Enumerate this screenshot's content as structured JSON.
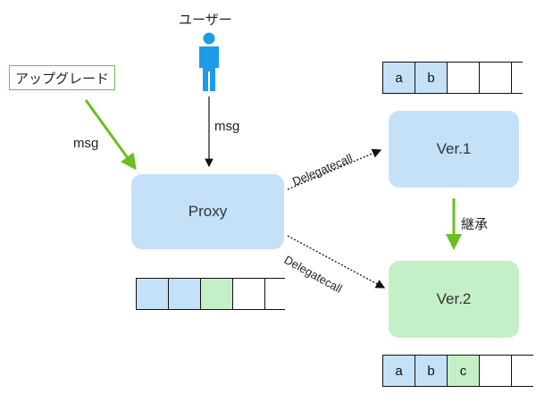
{
  "user_label": "ユーザー",
  "upgrade_label": "アップグレード",
  "msg_user": "msg",
  "msg_upgrade": "msg",
  "proxy_label": "Proxy",
  "ver1_label": "Ver.1",
  "ver2_label": "Ver.2",
  "delegatecall_1": "Delegatecall",
  "delegatecall_2": "Delegatecall",
  "inherit_label": "継承",
  "ver1_storage": [
    "a",
    "b",
    "",
    ""
  ],
  "ver2_storage": [
    "a",
    "b",
    "c",
    "",
    ""
  ],
  "proxy_storage": [
    "",
    "",
    "",
    ""
  ],
  "colors": {
    "blue": "#c4e1f8",
    "green": "#c5efc7",
    "arrow_green": "#6abf1e"
  }
}
